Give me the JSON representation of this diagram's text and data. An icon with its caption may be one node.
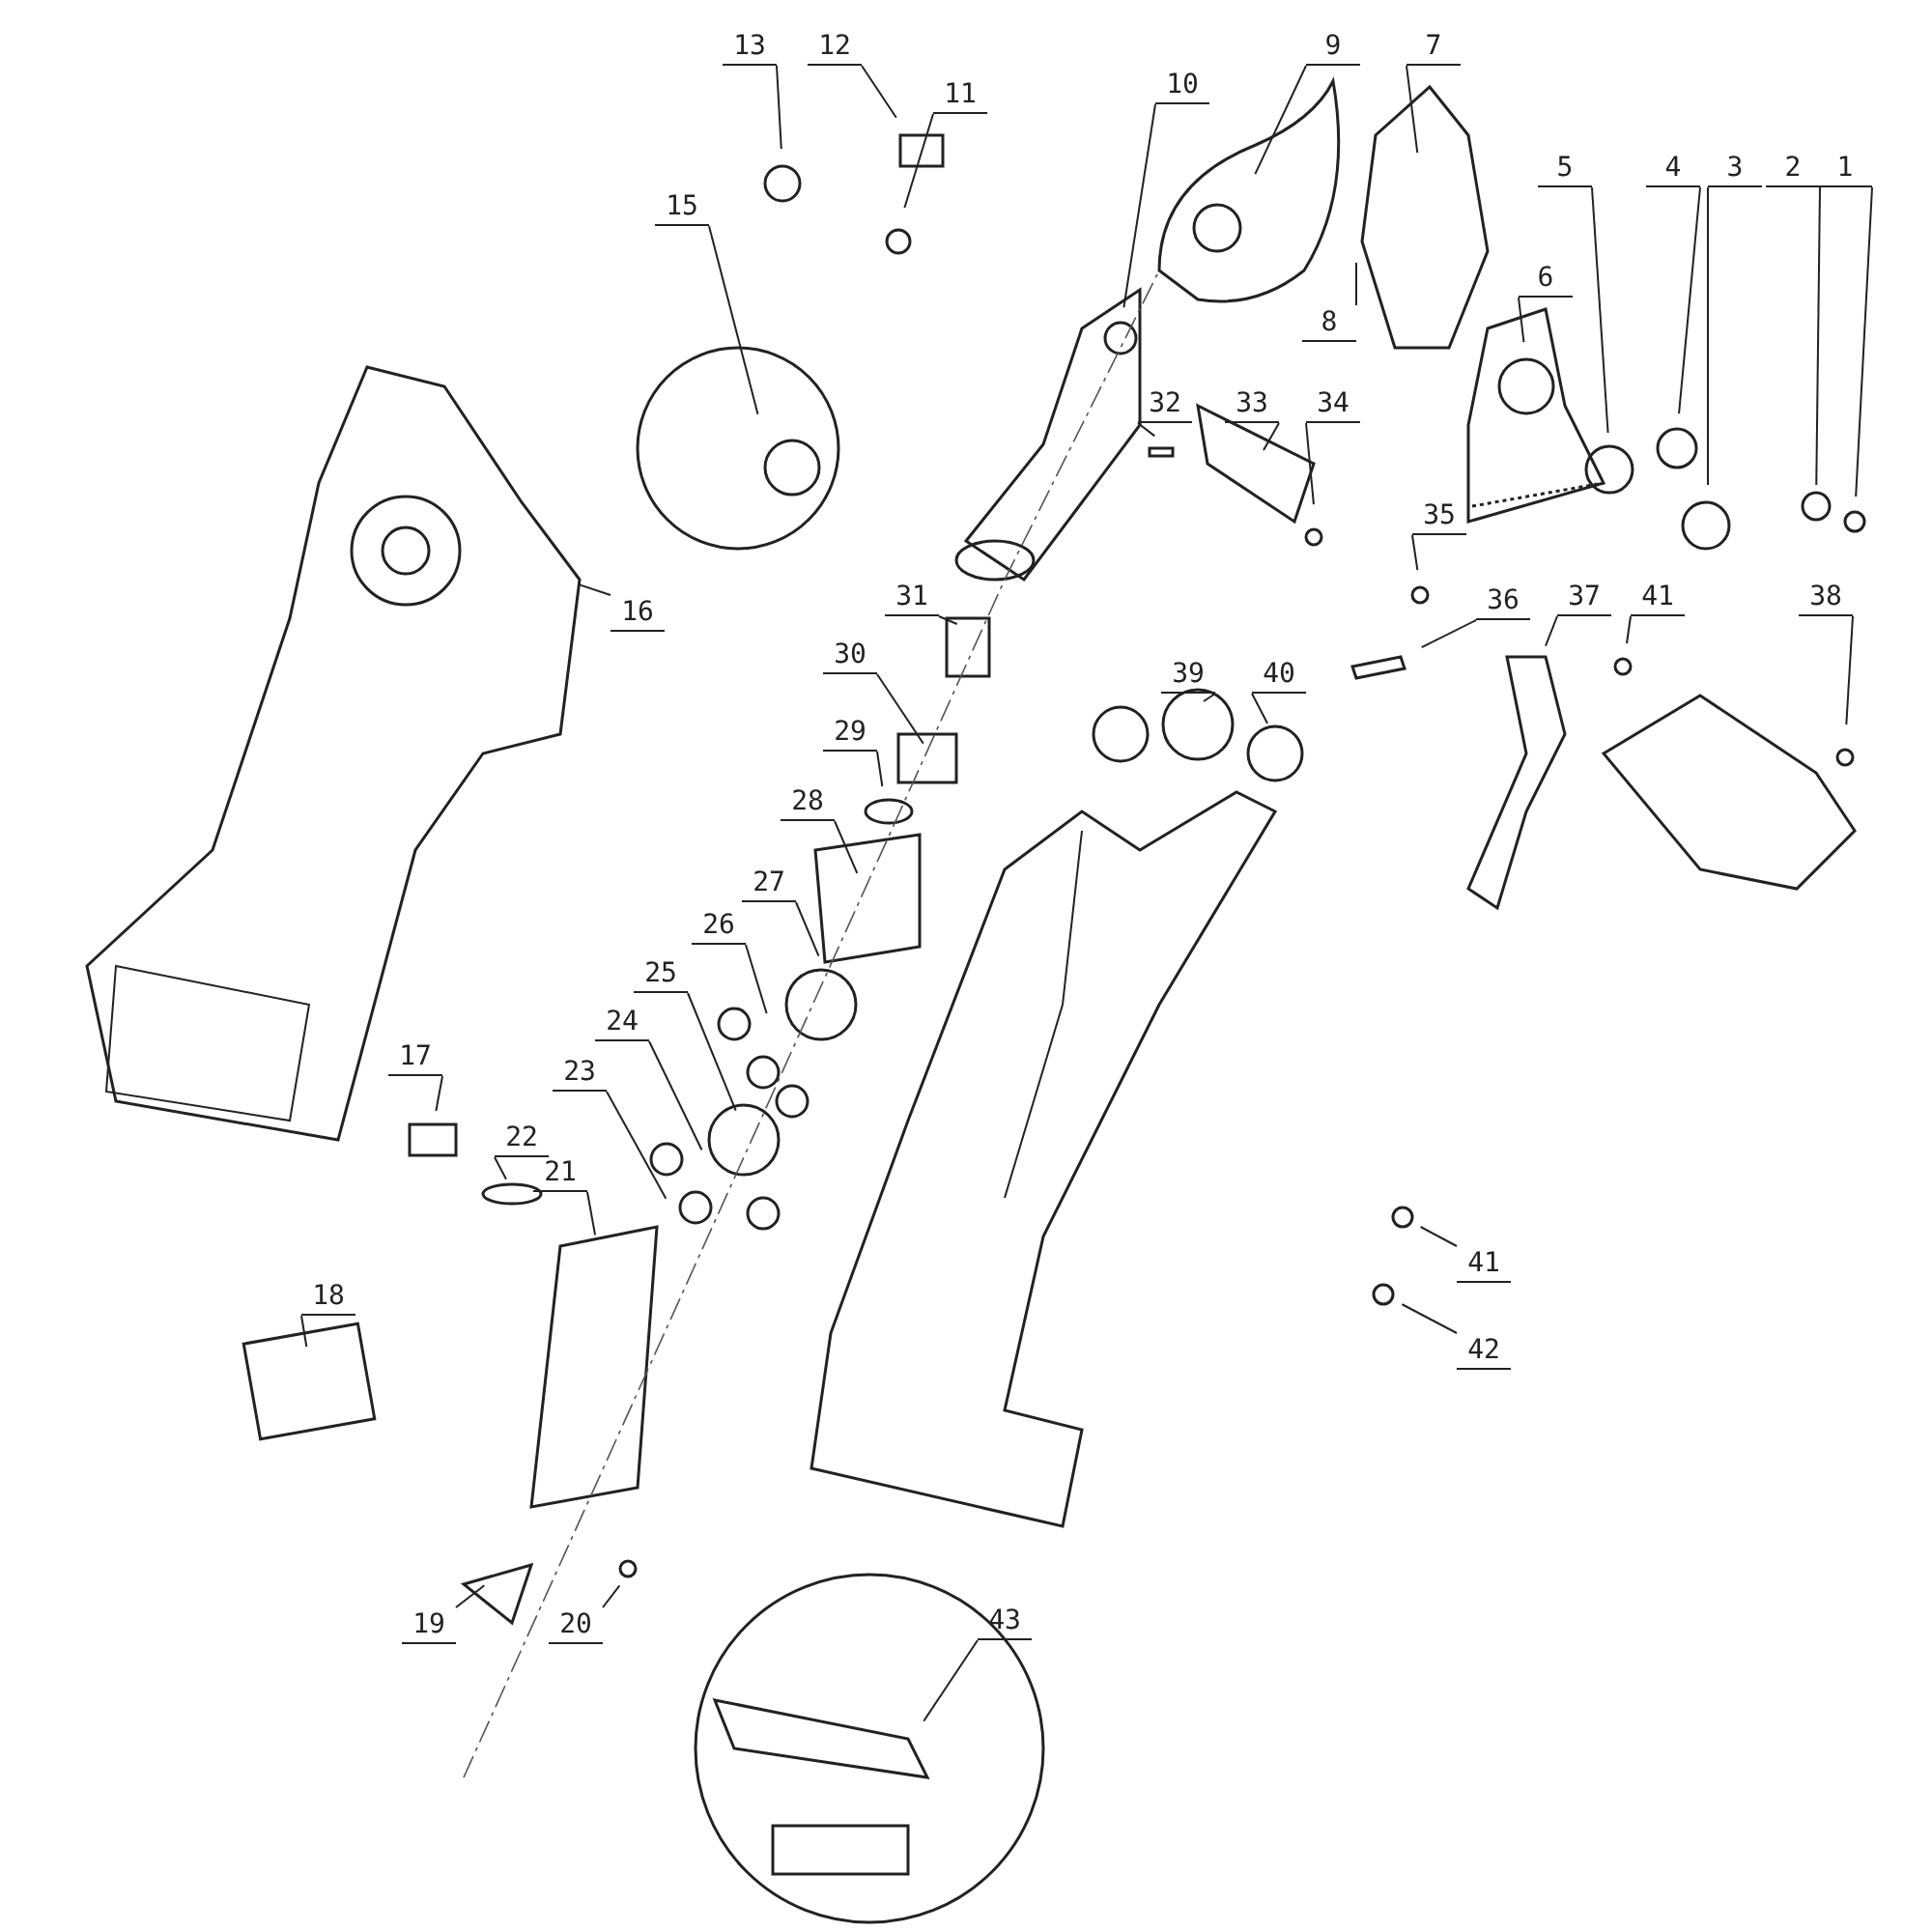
{
  "diagram": {
    "nodes": [
      {
        "text": [
          "1"
        ]
      },
      {
        "text": [
          "2"
        ]
      },
      {
        "text": [
          "3"
        ]
      },
      {
        "text": [
          "4"
        ]
      },
      {
        "text": [
          "5"
        ]
      },
      {
        "text": [
          "6"
        ]
      },
      {
        "text": [
          "7"
        ]
      },
      {
        "text": [
          "8"
        ]
      },
      {
        "text": [
          "9"
        ]
      },
      {
        "text": [
          "10"
        ]
      },
      {
        "text": [
          "11"
        ]
      },
      {
        "text": [
          "12"
        ]
      },
      {
        "text": [
          "13"
        ]
      },
      {
        "text": [
          "15"
        ]
      },
      {
        "text": [
          "16"
        ]
      },
      {
        "text": [
          "17"
        ]
      },
      {
        "text": [
          "18"
        ]
      },
      {
        "text": [
          "19"
        ]
      },
      {
        "text": [
          "20"
        ]
      },
      {
        "text": [
          "21"
        ]
      },
      {
        "text": [
          "22"
        ]
      },
      {
        "text": [
          "23"
        ]
      },
      {
        "text": [
          "24"
        ]
      },
      {
        "text": [
          "25"
        ]
      },
      {
        "text": [
          "26"
        ]
      },
      {
        "text": [
          "27"
        ]
      },
      {
        "text": [
          "28"
        ]
      },
      {
        "text": [
          "29"
        ]
      },
      {
        "text": [
          "30"
        ]
      },
      {
        "text": [
          "31"
        ]
      },
      {
        "text": [
          "32"
        ]
      },
      {
        "text": [
          "33"
        ]
      },
      {
        "text": [
          "34"
        ]
      },
      {
        "text": [
          "35"
        ]
      },
      {
        "text": [
          "36"
        ]
      },
      {
        "text": [
          "37"
        ]
      },
      {
        "text": [
          "38"
        ]
      },
      {
        "text": [
          "39"
        ]
      },
      {
        "text": [
          "40"
        ]
      },
      {
        "text": [
          "41"
        ]
      },
      {
        "text": [
          "41"
        ]
      },
      {
        "text": [
          "42"
        ]
      },
      {
        "text": [
          "43"
        ]
      }
    ],
    "edges": [
      {
        "from": 0,
        "to": null,
        "arrow": "none"
      },
      {
        "from": 1,
        "to": null,
        "arrow": "none"
      },
      {
        "from": 2,
        "to": null,
        "arrow": "none"
      },
      {
        "from": 3,
        "to": null,
        "arrow": "none"
      },
      {
        "from": 4,
        "to": null,
        "arrow": "none"
      },
      {
        "from": 5,
        "to": null,
        "arrow": "none"
      },
      {
        "from": 6,
        "to": null,
        "arrow": "none"
      },
      {
        "from": 7,
        "to": null,
        "arrow": "none"
      },
      {
        "from": 8,
        "to": null,
        "arrow": "none"
      },
      {
        "from": 9,
        "to": null,
        "arrow": "none"
      },
      {
        "from": 10,
        "to": null,
        "arrow": "none"
      },
      {
        "from": 11,
        "to": null,
        "arrow": "none"
      },
      {
        "from": 12,
        "to": null,
        "arrow": "none"
      },
      {
        "from": 13,
        "to": null,
        "arrow": "none"
      },
      {
        "from": 14,
        "to": null,
        "arrow": "none"
      },
      {
        "from": 15,
        "to": null,
        "arrow": "none"
      },
      {
        "from": 16,
        "to": null,
        "arrow": "none"
      },
      {
        "from": 17,
        "to": null,
        "arrow": "none"
      },
      {
        "from": 18,
        "to": null,
        "arrow": "none"
      },
      {
        "from": 19,
        "to": null,
        "arrow": "none"
      },
      {
        "from": 20,
        "to": null,
        "arrow": "none"
      },
      {
        "from": 21,
        "to": null,
        "arrow": "none"
      },
      {
        "from": 22,
        "to": null,
        "arrow": "none"
      },
      {
        "from": 23,
        "to": null,
        "arrow": "none"
      },
      {
        "from": 24,
        "to": null,
        "arrow": "none"
      },
      {
        "from": 25,
        "to": null,
        "arrow": "none"
      },
      {
        "from": 26,
        "to": null,
        "arrow": "none"
      },
      {
        "from": 27,
        "to": null,
        "arrow": "none"
      },
      {
        "from": 28,
        "to": null,
        "arrow": "none"
      },
      {
        "from": 29,
        "to": null,
        "arrow": "none"
      },
      {
        "from": 30,
        "to": null,
        "arrow": "none"
      },
      {
        "from": 31,
        "to": null,
        "arrow": "none"
      },
      {
        "from": 32,
        "to": null,
        "arrow": "none"
      },
      {
        "from": 33,
        "to": null,
        "arrow": "none"
      },
      {
        "from": 34,
        "to": null,
        "arrow": "none"
      },
      {
        "from": 35,
        "to": null,
        "arrow": "none"
      },
      {
        "from": 36,
        "to": null,
        "arrow": "none"
      },
      {
        "from": 37,
        "to": null,
        "arrow": "none"
      },
      {
        "from": 38,
        "to": null,
        "arrow": "none"
      },
      {
        "from": 39,
        "to": null,
        "arrow": "none"
      },
      {
        "from": 40,
        "to": null,
        "arrow": "none"
      },
      {
        "from": 41,
        "to": null,
        "arrow": "none"
      },
      {
        "from": 42,
        "to": null,
        "arrow": "none"
      }
    ]
  }
}
